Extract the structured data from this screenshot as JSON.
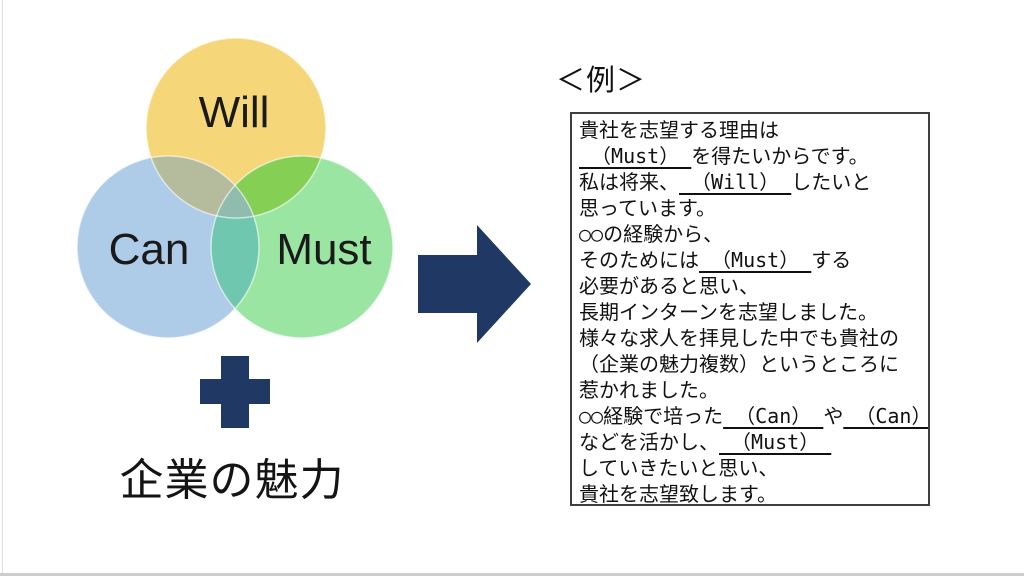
{
  "venn": {
    "labels": {
      "will": "Will",
      "can": "Can",
      "must": "Must"
    },
    "colors": {
      "yellow": "#F5D77A",
      "blue": "#AECBE8",
      "green": "#99E5A1",
      "yellow_blue": "#B5BB9D",
      "yellow_green": "#85CF55",
      "blue_green": "#6FC7B0",
      "center": "#8FBCAC",
      "edge_stroke": "#FFFFFF"
    }
  },
  "colors": {
    "navy": "#1F3864",
    "text": "#111111"
  },
  "caption": {
    "text": "企業の魅力"
  },
  "example": {
    "title": "＜例＞",
    "box_lines": [
      [
        {
          "t": "貴社を志望する理由は"
        }
      ],
      [
        {
          "t": " （Must） ",
          "u": true
        },
        {
          "t": "を得たいからです。"
        }
      ],
      [
        {
          "t": "私は将来、"
        },
        {
          "t": " （Will） ",
          "u": true
        },
        {
          "t": "したいと"
        }
      ],
      [
        {
          "t": "思っています。"
        }
      ],
      [
        {
          "t": "○○の経験から、"
        }
      ],
      [
        {
          "t": "そのためには"
        },
        {
          "t": " （Must） ",
          "u": true
        },
        {
          "t": "する"
        }
      ],
      [
        {
          "t": "必要があると思い、"
        }
      ],
      [
        {
          "t": "長期インターンを志望しました。"
        }
      ],
      [
        {
          "t": "様々な求人を拝見した中でも貴社の"
        }
      ],
      [
        {
          "t": "（企業の魅力複数）というところに"
        }
      ],
      [
        {
          "t": "惹かれました。"
        }
      ],
      [
        {
          "t": "○○経験で培った"
        },
        {
          "t": " （Can） ",
          "u": true
        },
        {
          "t": "や"
        },
        {
          "t": " （Can） ",
          "u": true
        }
      ],
      [
        {
          "t": "などを活かし、"
        },
        {
          "t": " （Must） ",
          "u": true
        }
      ],
      [
        {
          "t": "していきたいと思い、"
        }
      ],
      [
        {
          "t": "貴社を志望致します。"
        }
      ]
    ]
  }
}
